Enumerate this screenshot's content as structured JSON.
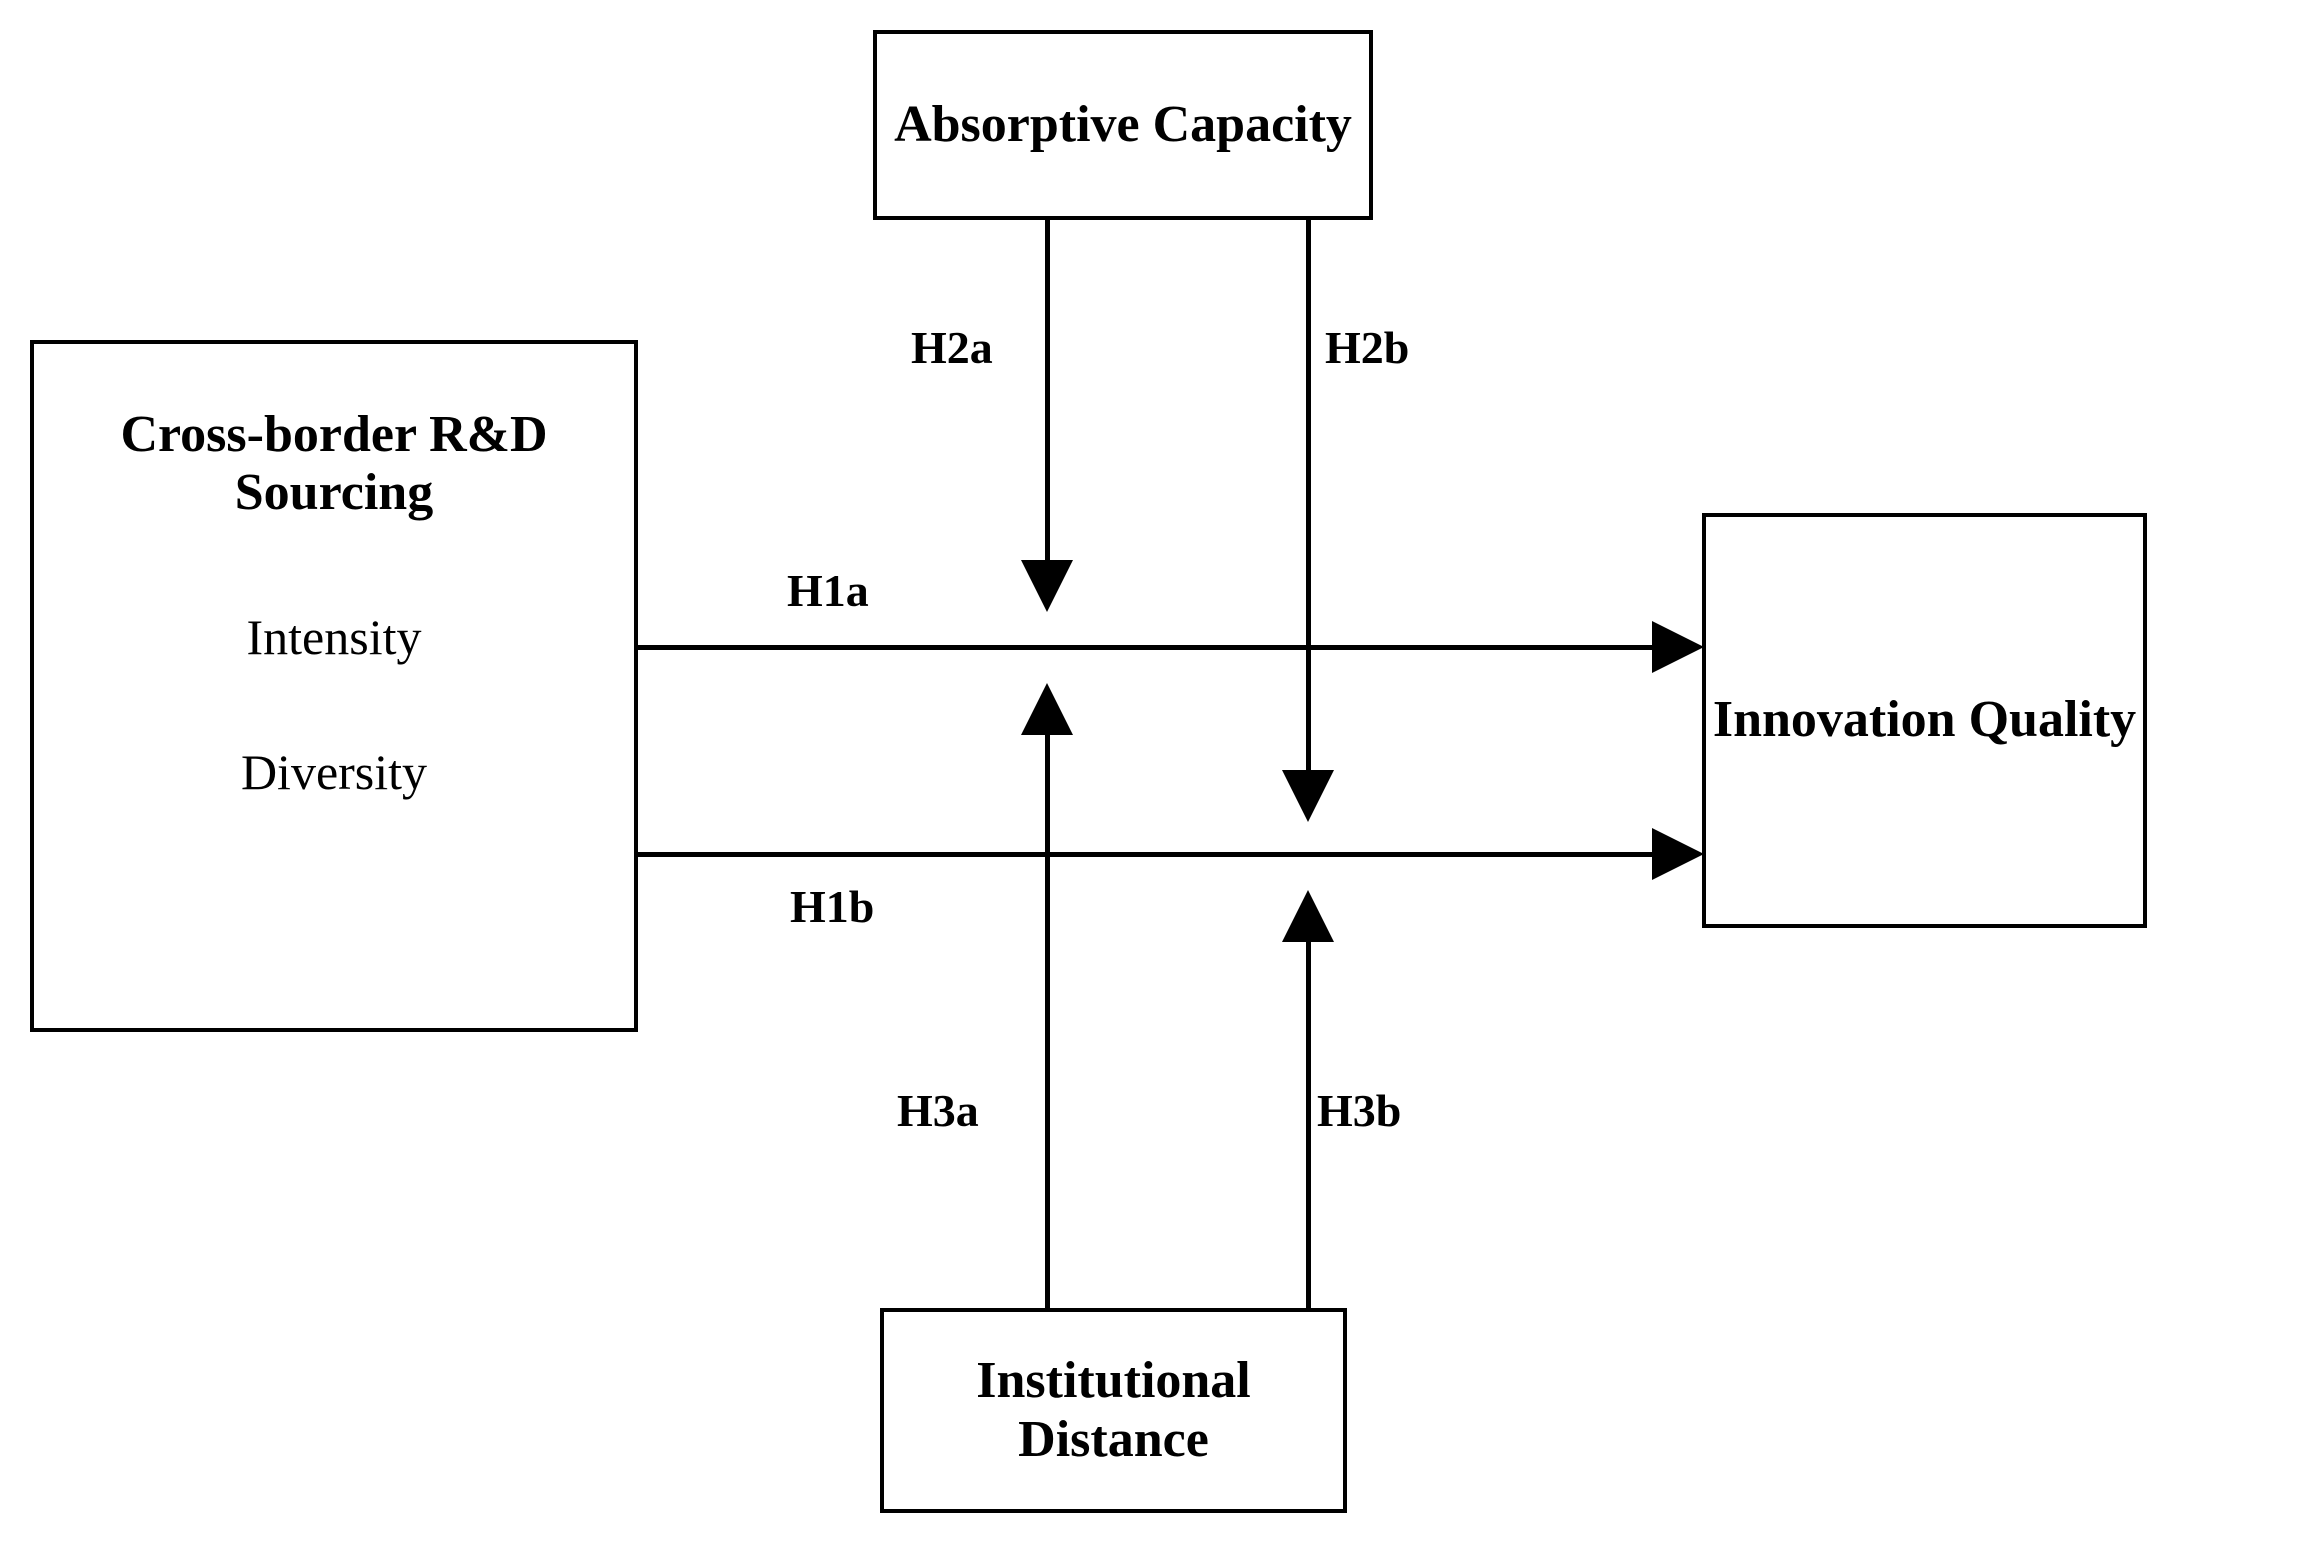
{
  "diagram": {
    "type": "conceptual-research-model",
    "nodes": {
      "absorptive_capacity": {
        "title": "Absorptive Capacity"
      },
      "cross_border": {
        "title": "Cross-border R&D\nSourcing",
        "sub_1": "Intensity",
        "sub_2": "Diversity"
      },
      "innovation_quality": {
        "title": "Innovation Quality"
      },
      "institutional_distance": {
        "title": "Institutional\nDistance"
      }
    },
    "edges": {
      "h1a": {
        "label": "H1a"
      },
      "h1b": {
        "label": "H1b"
      },
      "h2a": {
        "label": "H2a"
      },
      "h2b": {
        "label": "H2b"
      },
      "h3a": {
        "label": "H3a"
      },
      "h3b": {
        "label": "H3b"
      }
    },
    "colors": {
      "stroke": "#000000",
      "background": "#ffffff",
      "text": "#000000"
    }
  }
}
